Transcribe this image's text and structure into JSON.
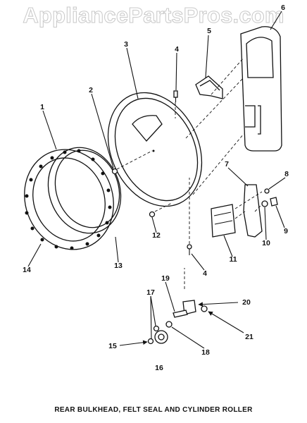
{
  "watermark": "AppliancePartsPros.com",
  "caption": "REAR BULKHEAD, FELT SEAL AND CYLINDER ROLLER",
  "callouts": [
    "1",
    "2",
    "3",
    "4",
    "5",
    "6",
    "7",
    "8",
    "9",
    "10",
    "11",
    "12",
    "4",
    "13",
    "14",
    "15",
    "16",
    "17",
    "18",
    "19",
    "20",
    "21"
  ]
}
